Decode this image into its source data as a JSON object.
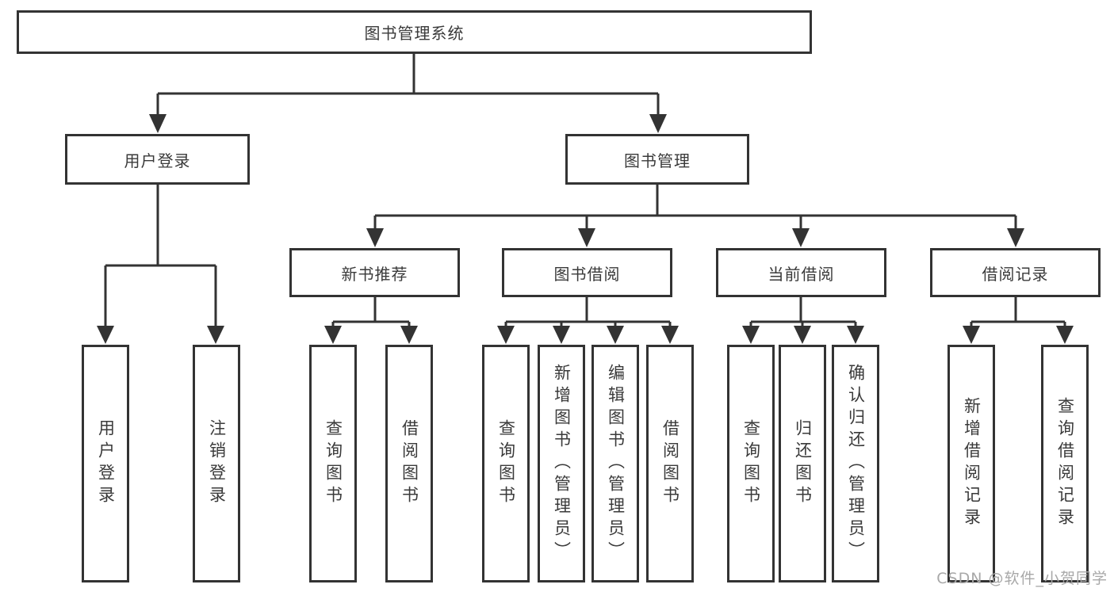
{
  "root": {
    "label": "图书管理系统"
  },
  "branches": {
    "user": {
      "label": "用户登录",
      "leaves": [
        "用户登录",
        "注销登录"
      ]
    },
    "books": {
      "label": "图书管理",
      "groups": [
        {
          "label": "新书推荐",
          "leaves": [
            "查询图书",
            "借阅图书"
          ]
        },
        {
          "label": "图书借阅",
          "leaves": [
            "查询图书",
            "新增图书（管理员）",
            "编辑图书（管理员）",
            "借阅图书"
          ]
        },
        {
          "label": "当前借阅",
          "leaves": [
            "查询图书",
            "归还图书",
            "确认归还（管理员）"
          ]
        },
        {
          "label": "借阅记录",
          "leaves": [
            "新增借阅记录",
            "查询借阅记录"
          ]
        }
      ]
    }
  },
  "watermark": "CSDN @软件_小贺同学",
  "colors": {
    "line": "#333333",
    "text": "#3a3a3a",
    "watermark": "#a8a8a8",
    "background": "#ffffff"
  }
}
